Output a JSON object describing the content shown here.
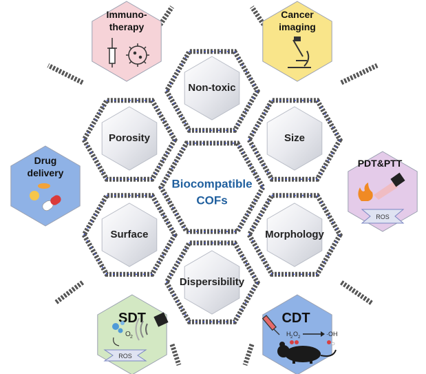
{
  "center": {
    "line1": "Biocompatible",
    "line2": "COFs",
    "color": "#1f5f9e"
  },
  "properties": {
    "top": "Non-toxic",
    "upper_left": "Porosity",
    "upper_right": "Size",
    "lower_left": "Surface",
    "lower_right": "Morphology",
    "bottom": "Dispersibility"
  },
  "applications": {
    "immunotherapy": {
      "line1": "Immuno-",
      "line2": "therapy",
      "color": "#f6d3d8",
      "icons": [
        "syringe-icon",
        "virus-icon"
      ]
    },
    "cancer_imaging": {
      "line1": "Cancer",
      "line2": "imaging",
      "color": "#f9e58a",
      "icons": [
        "microscope-icon"
      ]
    },
    "drug_delivery": {
      "line1": "Drug",
      "line2": "delivery",
      "color": "#8fb2e6",
      "icons": [
        "pill-icon",
        "capsule-icon"
      ]
    },
    "pdt_ptt": {
      "label": "PDT&PTT",
      "ros": "ROS",
      "color": "#e4cbe9",
      "icons": [
        "laser-icon",
        "flame-icon"
      ]
    },
    "sdt": {
      "label": "SDT",
      "o2": "O",
      "o2_sub": "2",
      "ros": "ROS",
      "color": "#d3e8c3",
      "icons": [
        "ultrasound-icon",
        "bubble-icon"
      ]
    },
    "cdt": {
      "label": "CDT",
      "h2o2": "H",
      "h2o2_sub1": "2",
      "h2o2_mid": "O",
      "h2o2_sub2": "2",
      "oh": "·OH",
      "color": "#8fb2e6",
      "icons": [
        "syringe-icon",
        "mouse-icon"
      ]
    }
  },
  "colors": {
    "framework": "#555555",
    "framework_accent": "#3a4fd6",
    "inner_hex": "#e2e4ea"
  }
}
